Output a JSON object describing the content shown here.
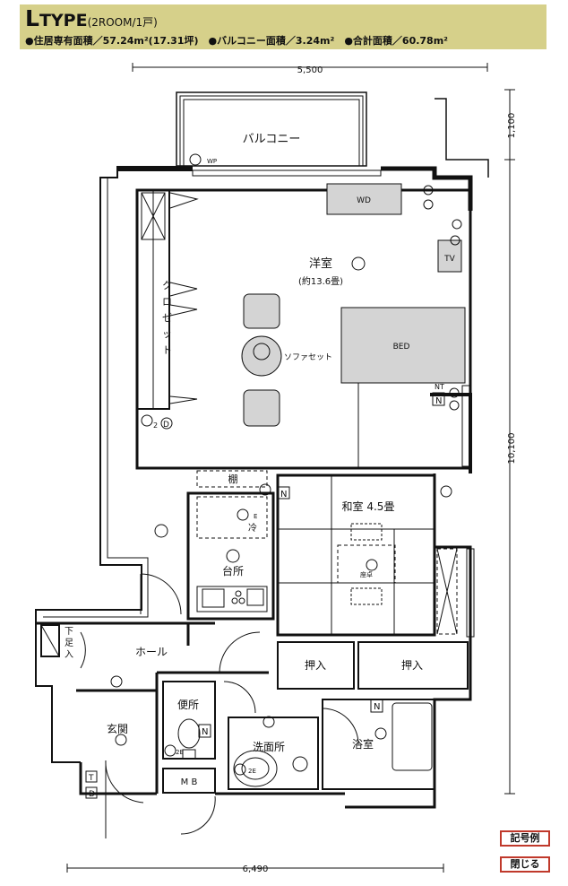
{
  "header": {
    "type_letter": "L",
    "type_rest": "TYPE",
    "type_sub": "(2ROOM/1戸)",
    "specs": "●住居専有面積／57.24m²(17.31坪)　●バルコニー面積／3.24m²　●合計面積／60.78m²"
  },
  "dimensions": {
    "top": "5,500",
    "bottom": "6,490",
    "right_balcony": "1,100",
    "right_total": "10,100"
  },
  "rooms": {
    "balcony": "バルコニー",
    "western": "洋室",
    "western_size": "(約13.6畳)",
    "closet_1": "ク",
    "closet_2": "ロ",
    "closet_3": "ゼ",
    "closet_4": "ッ",
    "closet_5": "ト",
    "sofa": "ソファセット",
    "bed": "BED",
    "wd": "WD",
    "tv": "TV",
    "shelf": "棚",
    "washitsu": "和室 4.5畳",
    "zataku": "座卓",
    "kitchen": "台所",
    "fridge": "冷",
    "hall": "ホール",
    "genkan": "玄関",
    "toilet": "便所",
    "washroom": "洗面所",
    "bath": "浴室",
    "oshiire_1": "押入",
    "oshiire_2": "押入",
    "mb": "M B",
    "shoe_1": "下",
    "shoe_2": "足",
    "shoe_3": "入"
  },
  "symbols": {
    "wp": "WP",
    "nt": "NT",
    "n": "N",
    "d": "D",
    "t": "T",
    "e": "E",
    "two": "2",
    "two_e": "2E"
  },
  "buttons": {
    "legend": "記号例",
    "close": "閉じる"
  }
}
